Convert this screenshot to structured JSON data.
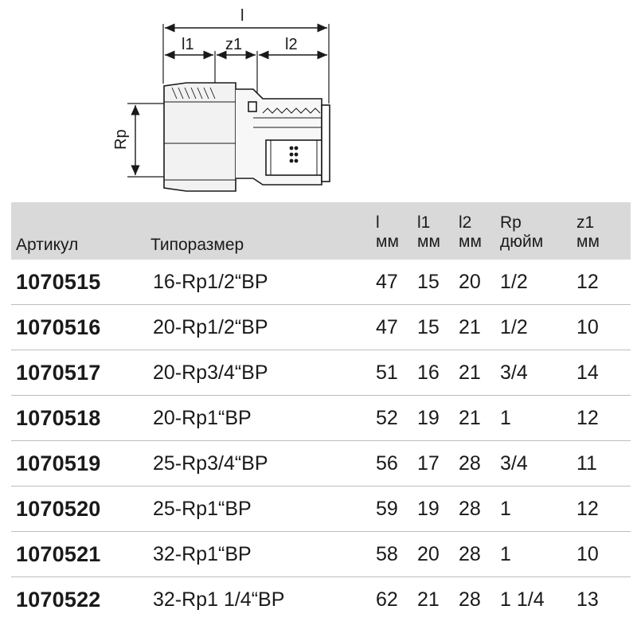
{
  "drawing": {
    "dim_total": "l",
    "dim_l1": "l1",
    "dim_z1": "z1",
    "dim_l2": "l2",
    "dim_rp": "Rp"
  },
  "table": {
    "header": {
      "article": "Артикул",
      "size": "Типоразмер",
      "l": {
        "line1": "l",
        "line2": "мм"
      },
      "l1": {
        "line1": "l1",
        "line2": "мм"
      },
      "l2": {
        "line1": "l2",
        "line2": "мм"
      },
      "rp": {
        "line1": "Rp",
        "line2": "дюйм"
      },
      "z1": {
        "line1": "z1",
        "line2": "мм"
      }
    },
    "rows": [
      {
        "article": "1070515",
        "size": "16-Rp1/2“BP",
        "l": "47",
        "l1": "15",
        "l2": "20",
        "rp": "1/2",
        "z1": "12"
      },
      {
        "article": "1070516",
        "size": "20-Rp1/2“BP",
        "l": "47",
        "l1": "15",
        "l2": "21",
        "rp": "1/2",
        "z1": "10"
      },
      {
        "article": "1070517",
        "size": "20-Rp3/4“BP",
        "l": "51",
        "l1": "16",
        "l2": "21",
        "rp": "3/4",
        "z1": "14"
      },
      {
        "article": "1070518",
        "size": "20-Rp1“BP",
        "l": "52",
        "l1": "19",
        "l2": "21",
        "rp": "1",
        "z1": "12"
      },
      {
        "article": "1070519",
        "size": "25-Rp3/4“BP",
        "l": "56",
        "l1": "17",
        "l2": "28",
        "rp": "3/4",
        "z1": "11"
      },
      {
        "article": "1070520",
        "size": "25-Rp1“BP",
        "l": "59",
        "l1": "19",
        "l2": "28",
        "rp": "1",
        "z1": "12"
      },
      {
        "article": "1070521",
        "size": "32-Rp1“BP",
        "l": "58",
        "l1": "20",
        "l2": "28",
        "rp": "1",
        "z1": "10"
      },
      {
        "article": "1070522",
        "size": "32-Rp1 1/4“BP",
        "l": "62",
        "l1": "21",
        "l2": "28",
        "rp": "1 1/4",
        "z1": "13"
      }
    ]
  }
}
